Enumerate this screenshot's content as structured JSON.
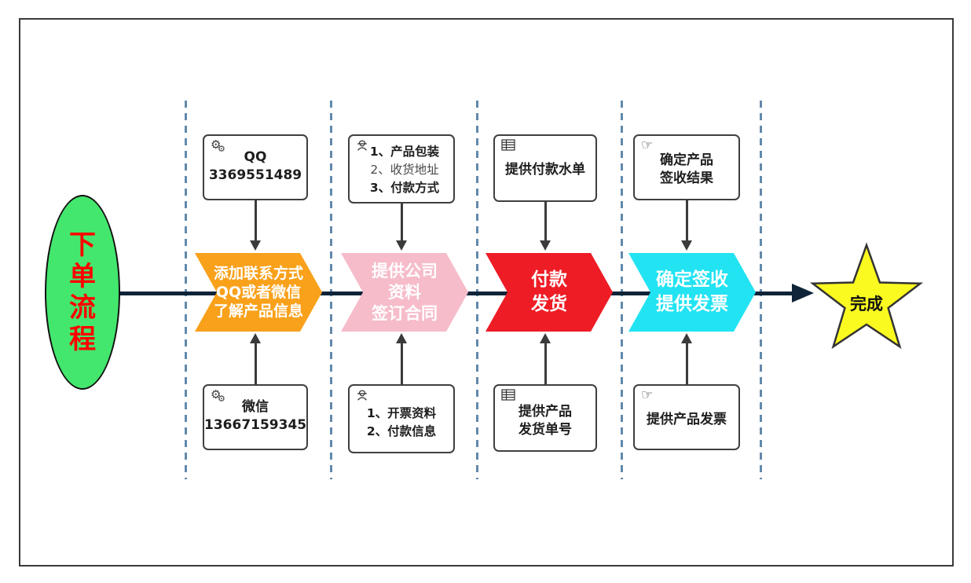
{
  "colors": {
    "step_orange": "#f9a11b",
    "step_pink": "#f6bcca",
    "step_red": "#ee1c25",
    "step_cyan": "#22e3f2",
    "start_green": "#43e76d",
    "star_yellow": "#fafa20",
    "start_text": "#ff0000",
    "flow_line": "#0f2438",
    "divider_blue": "#6288ab"
  },
  "start": {
    "label": "下单流程",
    "chars": [
      "下",
      "单",
      "流",
      "程"
    ]
  },
  "steps": [
    {
      "name": "add-contact",
      "lines": [
        "添加联系方式",
        "QQ或者微信",
        "了解产品信息"
      ]
    },
    {
      "name": "provide-company-info",
      "lines": [
        "提供公司",
        "资料",
        "签订合同"
      ]
    },
    {
      "name": "pay-and-ship",
      "lines": [
        "付款",
        "发货"
      ]
    },
    {
      "name": "confirm-and-invoice",
      "lines": [
        "确定签收",
        "提供发票"
      ]
    }
  ],
  "top_boxes": [
    {
      "icon": "gears-icon",
      "lines": [
        "QQ",
        "3369551489"
      ]
    },
    {
      "icon": "worker-icon",
      "lines": [
        "1、产品包装",
        "2、收货地址",
        "3、付款方式"
      ]
    },
    {
      "icon": "table-icon",
      "lines": [
        "提供付款水单"
      ]
    },
    {
      "icon": "pointing-hand-icon",
      "lines": [
        "确定产品",
        "签收结果"
      ]
    }
  ],
  "bottom_boxes": [
    {
      "icon": "gears-icon",
      "lines": [
        "微信",
        "13667159345"
      ]
    },
    {
      "icon": "worker-icon",
      "lines": [
        "1、开票资料",
        "2、付款信息"
      ]
    },
    {
      "icon": "table-icon",
      "lines": [
        "提供产品",
        "发货单号"
      ]
    },
    {
      "icon": "pointing-hand-icon",
      "lines": [
        "提供产品发票"
      ]
    }
  ],
  "end": {
    "label": "完成"
  }
}
